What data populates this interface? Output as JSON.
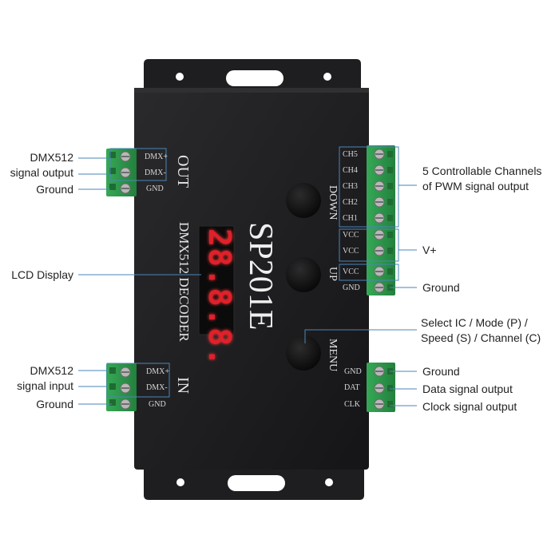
{
  "device": {
    "model": "SP201E",
    "side_title": "DMX512 DECODER",
    "display_digits": "28.8.8.",
    "port_out_label": "OUT",
    "port_in_label": "IN",
    "btn_down_label": "DOWN",
    "btn_up_label": "UP",
    "btn_menu_label": "MENU",
    "out_terminals": [
      "DMX+",
      "DMX-",
      "GND"
    ],
    "in_terminals": [
      "DMX+",
      "DMX-",
      "GND"
    ],
    "channel_terminals": [
      "CH5",
      "CH4",
      "CH3",
      "CH2",
      "CH1",
      "VCC",
      "VCC",
      "VCC",
      "GND"
    ],
    "output_terminals": [
      "GND",
      "DAT",
      "CLK"
    ]
  },
  "callouts": {
    "dmx_output_line1": "DMX512",
    "dmx_output_line2": "signal output",
    "ground_top": "Ground",
    "lcd_display": "LCD Display",
    "dmx_input_line1": "DMX512",
    "dmx_input_line2": "signal input",
    "ground_left_bottom": "Ground",
    "channels_line1": "5 Controllable Channels",
    "channels_line2": "of PWM signal output",
    "vplus": "V+",
    "ground_right": "Ground",
    "select_line1": "Select IC / Mode (P) /",
    "select_line2": "Speed (S) / Channel (C)",
    "ground_right_bottom": "Ground",
    "data_signal": "Data signal output",
    "clock_signal": "Clock signal output"
  },
  "colors": {
    "body": "#1c1c1e",
    "terminal": "#2e9a4c",
    "display_red": "#e0202a",
    "line": "#4a86b8"
  }
}
